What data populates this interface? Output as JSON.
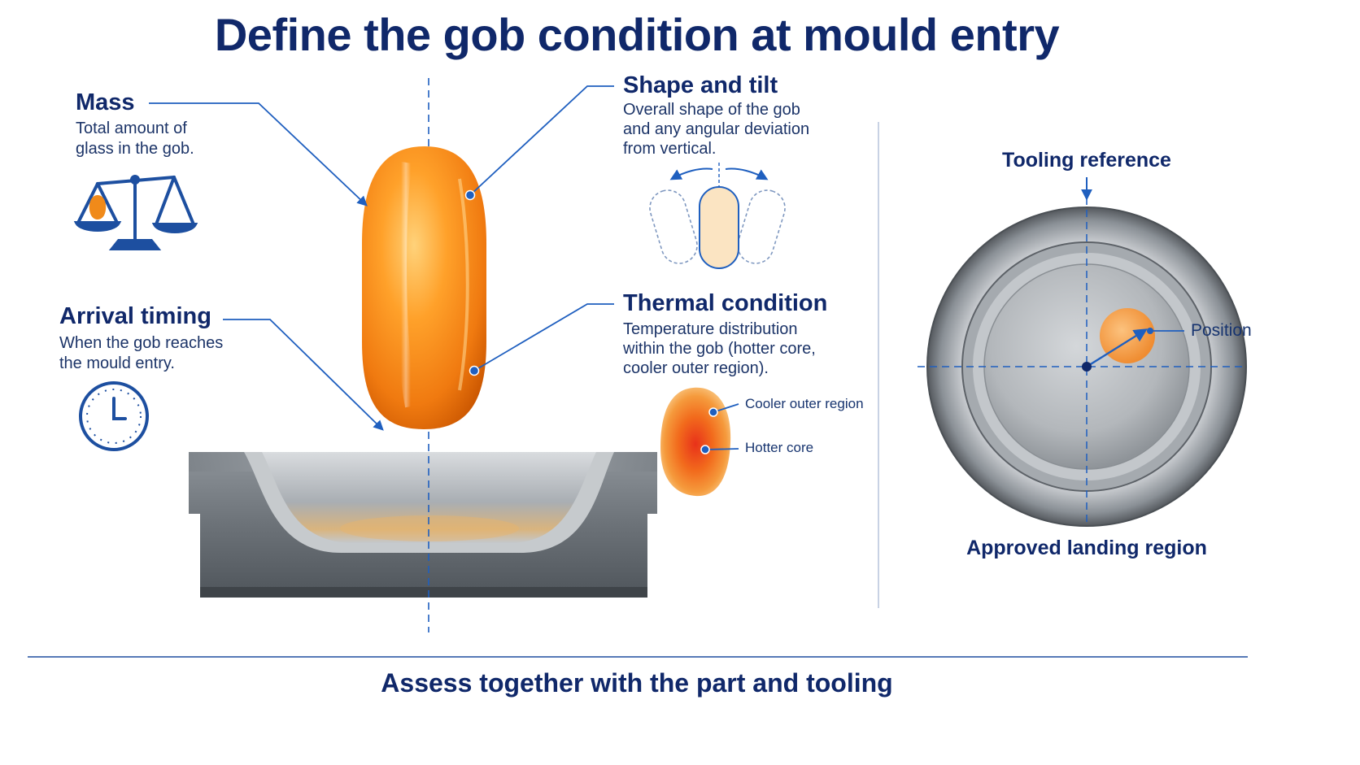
{
  "title": "Define the gob condition at mould entry",
  "footer": "Assess together with the part and tooling",
  "mass": {
    "heading": "Mass",
    "lines": [
      "Total amount of",
      "glass in the gob."
    ]
  },
  "arrival": {
    "heading": "Arrival timing",
    "lines": [
      "When the gob reaches",
      "the mould entry."
    ]
  },
  "shape": {
    "heading": "Shape and tilt",
    "lines": [
      "Overall shape of the gob",
      "and any angular deviation",
      "from vertical."
    ]
  },
  "thermal": {
    "heading": "Thermal condition",
    "lines": [
      "Temperature distribution",
      "within the gob (hotter core,",
      "cooler outer region)."
    ],
    "cooler_label": "Cooler outer region",
    "hotter_label": "Hotter core"
  },
  "tooling": {
    "reference_label": "Tooling reference",
    "position_label": "Position",
    "landing_label": "Approved landing region"
  },
  "colors": {
    "navy": "#10286a",
    "blue_line": "#1f5fbf",
    "orange": "#f07a10",
    "steel": "#9aa0a6"
  },
  "icons": [
    "balance-scale-icon",
    "clock-icon"
  ]
}
